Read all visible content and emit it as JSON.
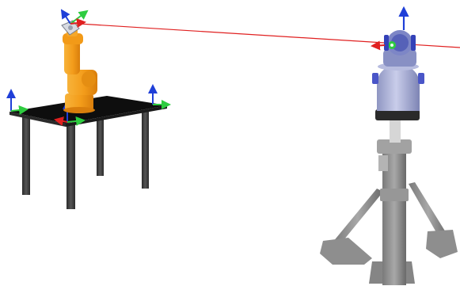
{
  "scene": {
    "objects": [
      "robot-arm",
      "work-table",
      "laser-tracker",
      "tripod-stand"
    ],
    "coordinate_frame_colors": {
      "x_axis": "#e02020",
      "y_axis": "#2ecc40",
      "z_axis": "#1f3fd8"
    },
    "colors": {
      "background": "#ffffff",
      "robot_body": "#f39c1a",
      "table_top": "#0e0e0e",
      "table_legs": "#3b3b3b",
      "tracker_body": "#aab0d4",
      "tripod": "#8c8c8c",
      "laser_beam": "#e02020",
      "tracker_lens": "#2ecc40"
    }
  }
}
